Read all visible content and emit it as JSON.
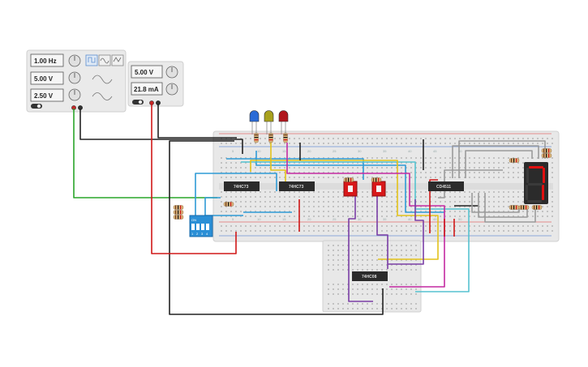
{
  "function_generator": {
    "frequency": "1.00 Hz",
    "amplitude": "5.00 V",
    "dc_offset": "2.50 V",
    "waveforms": [
      "square",
      "sine",
      "triangle"
    ],
    "selected_waveform": "square"
  },
  "power_supply": {
    "voltage": "5.00 V",
    "current": "21.8 mA"
  },
  "chips": {
    "ff1": "74HC73",
    "ff2": "74HC73",
    "decoder": "CD4511",
    "gate": "74HC08"
  },
  "dip_switch": {
    "on_label": "ON",
    "numbers": [
      "1",
      "2",
      "3",
      "4"
    ]
  },
  "leds": {
    "colors": [
      "#2b6bd6",
      "#a8a11e",
      "#b0171e"
    ]
  },
  "display": {
    "digit": "7",
    "segment_color": "#e01010"
  },
  "breadboard_numbers": [
    "5",
    "10",
    "15",
    "20",
    "25",
    "30",
    "35",
    "40",
    "45",
    "50"
  ],
  "wire_colors": {
    "green": "#2aa52a",
    "black": "#222222",
    "red": "#d01818",
    "blue": "#2f9bd6",
    "yellow": "#e3c21a",
    "magenta": "#c42aa2",
    "purple": "#7a3fa6",
    "cyan": "#56c2d0",
    "gray": "#9a9a9a"
  }
}
